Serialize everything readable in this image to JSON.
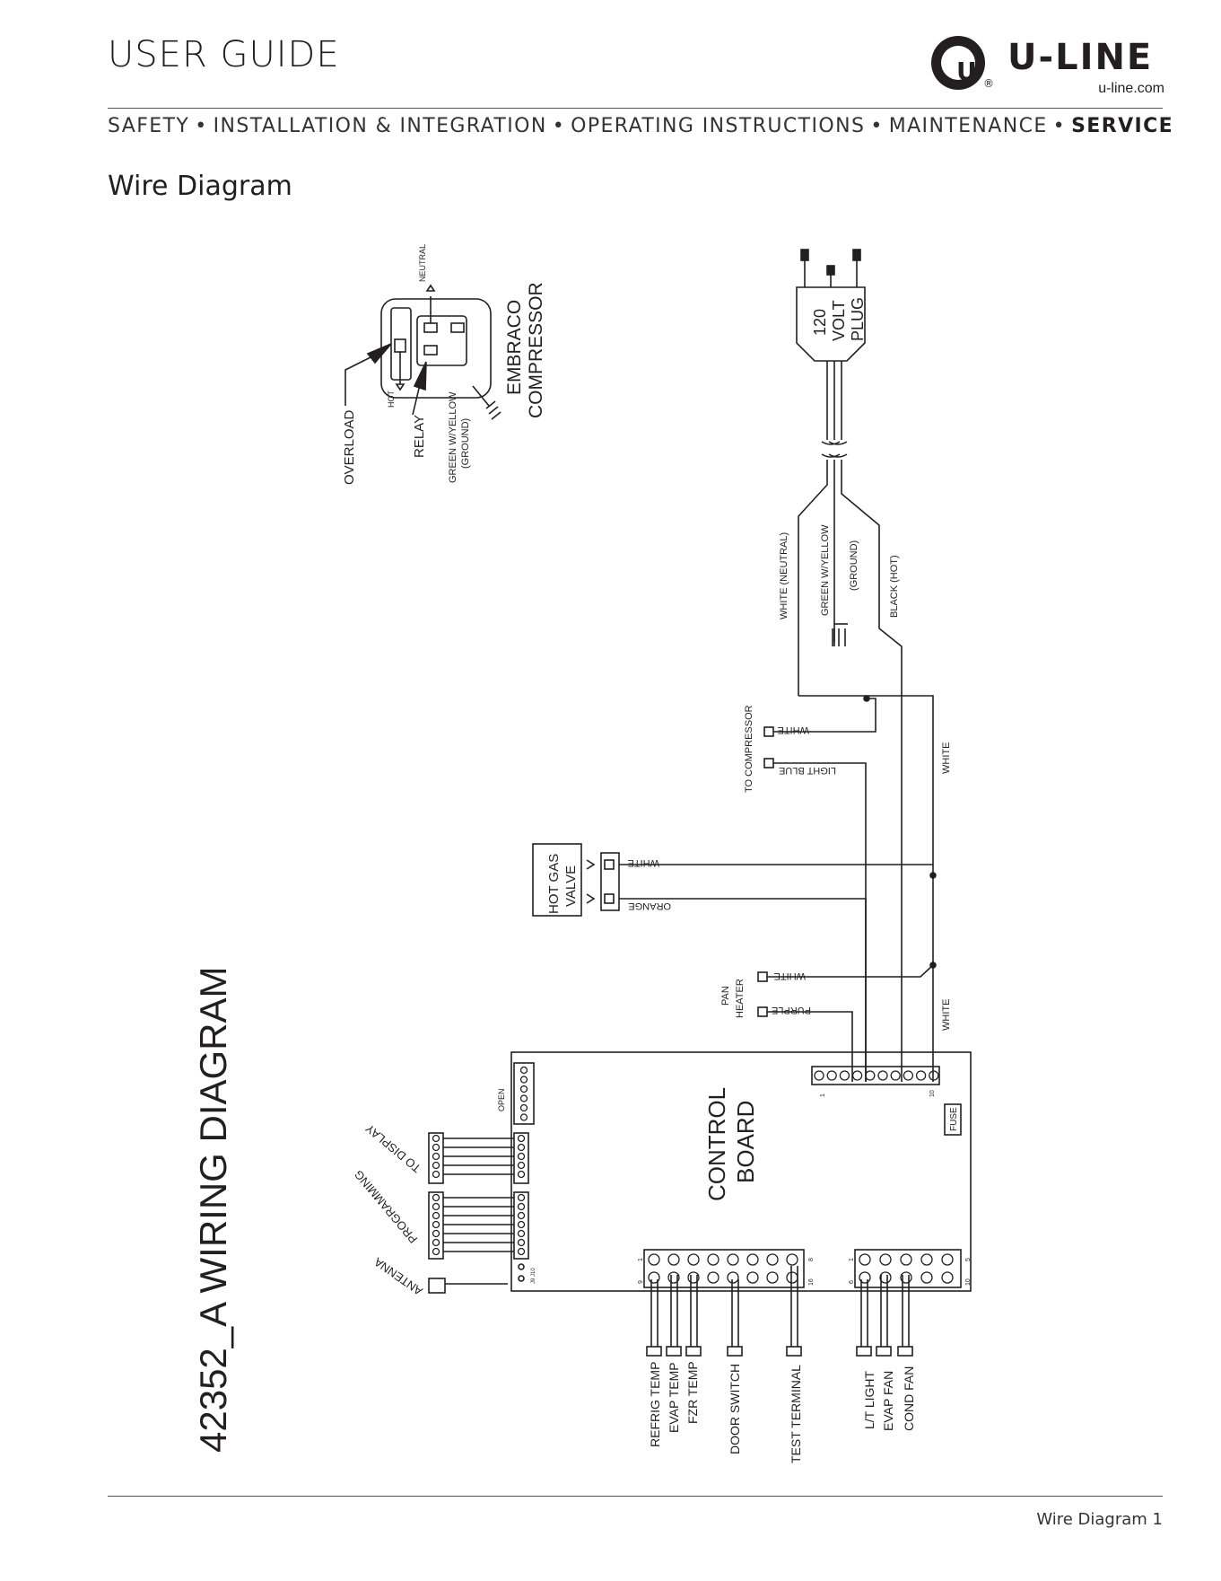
{
  "header": {
    "title": "USER GUIDE",
    "brand_name": "U-LINE",
    "brand_mark": "U",
    "registered_mark": "®",
    "brand_url": "u-line.com"
  },
  "nav": {
    "items": [
      "SAFETY",
      "INSTALLATION & INTEGRATION",
      "OPERATING INSTRUCTIONS",
      "MAINTENANCE",
      "SERVICE"
    ],
    "separator": "•",
    "active": "SERVICE"
  },
  "section_heading": "Wire Diagram",
  "diagram": {
    "title": "42352_A WIRING DIAGRAM",
    "compressor": {
      "name_line1": "EMBRACO",
      "name_line2": "COMPRESSOR",
      "neutral": "NEUTRAL",
      "hot": "HOT",
      "overload": "OVERLOAD",
      "relay": "RELAY",
      "ground_line1": "GREEN W/YELLOW",
      "ground_line2": "(GROUND)"
    },
    "plug": {
      "line1": "120",
      "line2": "VOLT",
      "line3": "PLUG"
    },
    "cord_wires": {
      "neutral": "WHITE (NEUTRAL)",
      "ground_line1": "GREEN W/YELLOW",
      "ground_line2": "(GROUND)",
      "hot": "BLACK (HOT)"
    },
    "to_compressor": {
      "label": "TO COMPRESSOR",
      "wire1": "WHITE",
      "wire2": "LIGHT BLUE"
    },
    "white_bus_1": "WHITE",
    "white_bus_2": "WHITE",
    "hot_gas_valve": {
      "line1": "HOT GAS",
      "line2": "VALVE",
      "wire1": "WHITE",
      "wire2": "ORANGE"
    },
    "pan_heater": {
      "line1": "PAN",
      "line2": "HEATER",
      "wire1": "WHITE",
      "wire2": "PURPLE"
    },
    "control_board": {
      "line1": "CONTROL",
      "line2": "BOARD",
      "open": "OPEN",
      "fuse": "FUSE",
      "to_display": "TO DISPLAY",
      "programming": "PROGRAMMING",
      "antenna": "ANTENNA",
      "j9_j10": "J9 J10",
      "pin_1": "1",
      "pin_10": "10",
      "conn_a_1": "1",
      "conn_a_8": "8",
      "conn_a_9": "9",
      "conn_a_16": "16",
      "conn_b_1": "1",
      "conn_b_5": "5",
      "conn_b_6": "6",
      "conn_b_10": "10"
    },
    "bottom_labels": [
      "REFRIG TEMP",
      "EVAP TEMP",
      "FZR TEMP",
      "DOOR SWITCH",
      "TEST TERMINAL",
      "L/T LIGHT",
      "EVAP FAN",
      "COND FAN"
    ]
  },
  "footer": "Wire Diagram 1"
}
